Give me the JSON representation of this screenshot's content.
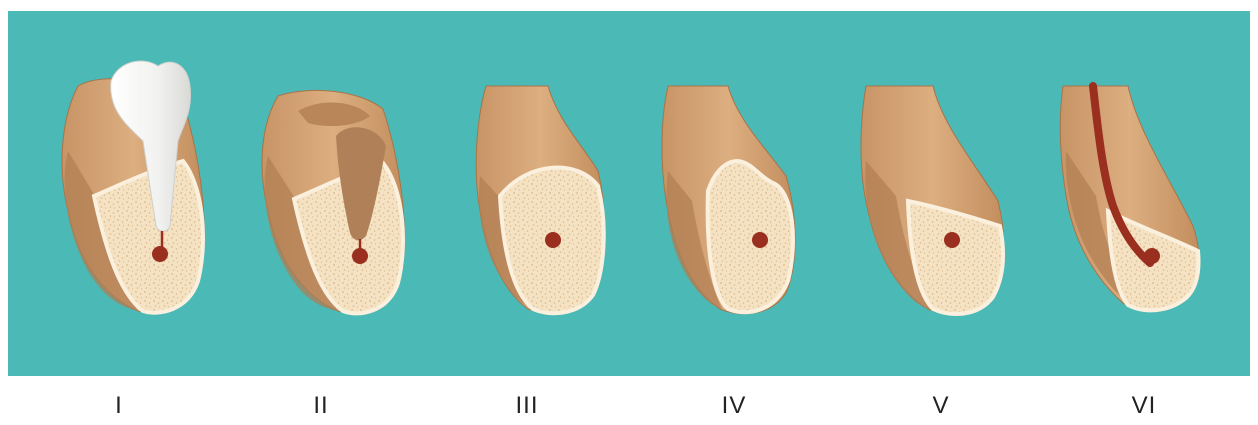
{
  "stages": [
    {
      "label": "I"
    },
    {
      "label": "II"
    },
    {
      "label": "III"
    },
    {
      "label": "IV"
    },
    {
      "label": "V"
    },
    {
      "label": "VI"
    }
  ],
  "colors": {
    "background": "#4bb9b6",
    "bone_outer": "#d9a979",
    "bone_shadow": "#b07d52",
    "cancellous": "#f4e2c2",
    "cortical_rim": "#fbf0dd",
    "tooth": "#f7f7f5",
    "canal": "#9a2e1f"
  }
}
